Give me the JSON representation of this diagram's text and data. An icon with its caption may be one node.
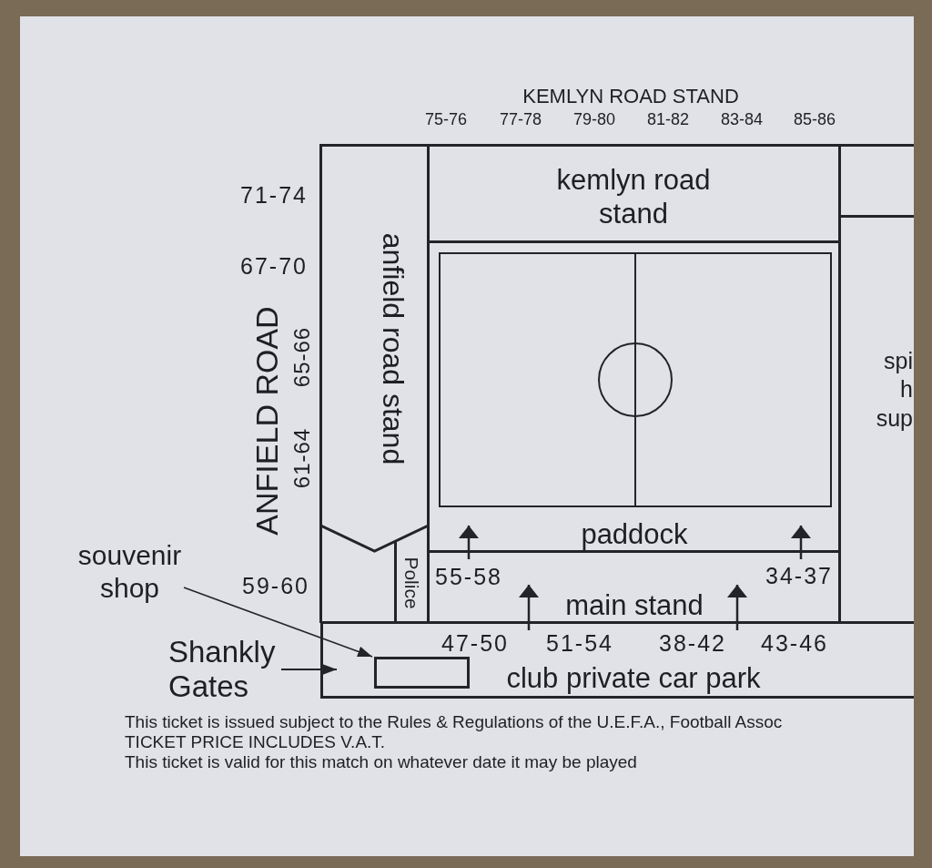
{
  "diagram": {
    "nodes": [
      {
        "text": [
          "kemlyn road stand"
        ]
      },
      {
        "text": [],
        "shape": "box"
      },
      {
        "text": [
          "anfield road stand"
        ]
      },
      {
        "text": [
          "paddock"
        ]
      },
      {
        "text": [
          "spi h sup"
        ]
      },
      {
        "text": [
          "souvenir shop"
        ]
      },
      {
        "text": [
          "Police"
        ]
      },
      {
        "text": [
          "main stand"
        ]
      },
      {
        "text": [
          "Shankly Gates"
        ]
      },
      {
        "text": [
          "club private car park"
        ]
      },
      {
        "text": [],
        "shape": "box",
        "in": 9
      }
    ],
    "edges": [
      {
        "from": 5,
        "to": 10,
        "arrow": "to"
      },
      {
        "from": 8,
        "to": 9,
        "arrow": "to"
      },
      {
        "from": 7,
        "to": 3,
        "arrow": "to"
      },
      {
        "from": 7,
        "to": 3,
        "arrow": "to"
      },
      {
        "from": 9,
        "to": 7,
        "arrow": "to"
      },
      {
        "from": 9,
        "to": 7,
        "arrow": "to"
      }
    ],
    "labels": [
      "KEMLYN ROAD STAND",
      "75-76",
      "77-78",
      "79-80",
      "81-82",
      "83-84",
      "85-86",
      "71-74",
      "67-70",
      "ANFIELD ROAD",
      "65-66",
      "61-64",
      "59-60",
      "55-58",
      "34-37",
      "47-50",
      "51-54",
      "38-42",
      "43-46",
      "This ticket is issued subject to the Rules & Regulations of the U.E.F.A., Football Assoc",
      "TICKET PRICE INCLUDES V.A.T.",
      "This ticket is valid for this match on whatever date it may be played"
    ]
  }
}
